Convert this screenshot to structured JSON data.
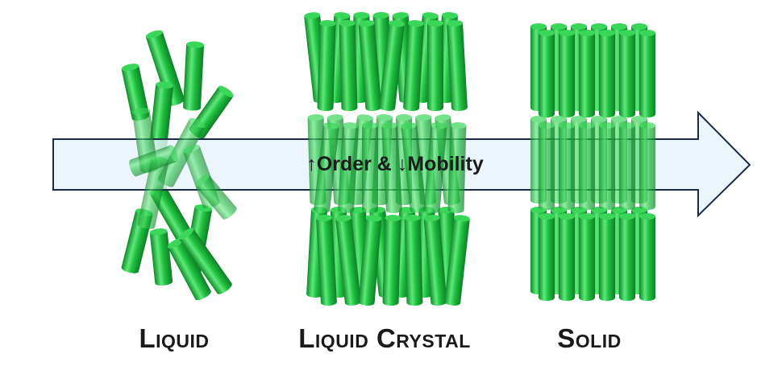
{
  "diagram": {
    "arrow_text": "↑Order & ↓Mobility",
    "phases": [
      {
        "label": "Liquid"
      },
      {
        "label": "Liquid Crystal"
      },
      {
        "label": "Solid"
      }
    ],
    "colors": {
      "rod_body": "#1fbf40",
      "rod_highlight": "#5fe87a",
      "rod_shadow": "#0e8a2a",
      "rod_cap": "#3ad65a",
      "arrow_fill": "#e9f3fb",
      "arrow_stroke": "#1b2a48"
    }
  }
}
